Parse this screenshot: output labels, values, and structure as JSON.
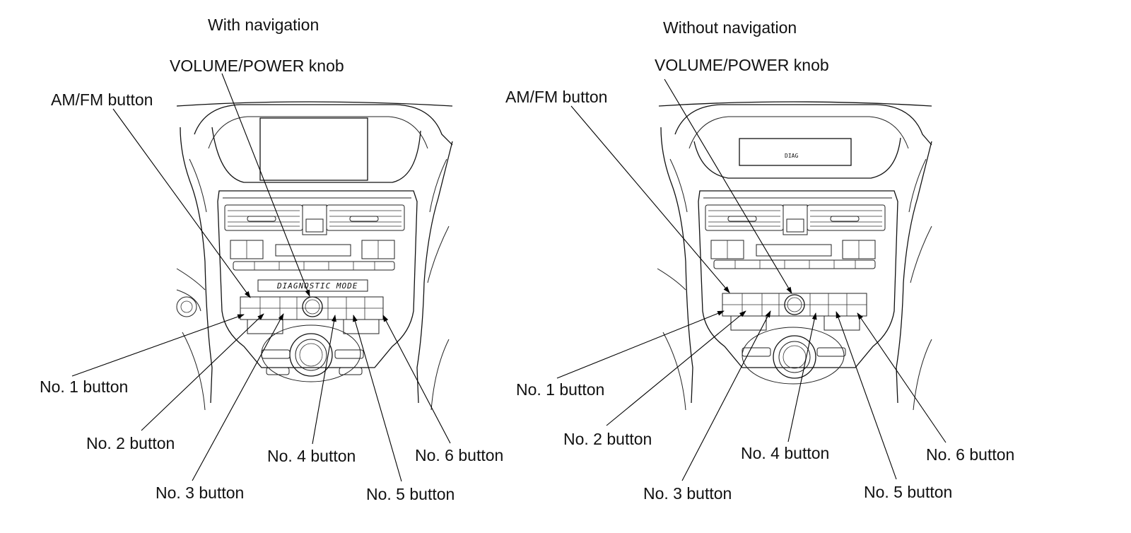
{
  "panels": [
    {
      "id": "with-nav",
      "title": "With navigation",
      "display_text": "DIAGNOSTIC MODE",
      "labels": {
        "volume_knob": "VOLUME/POWER knob",
        "am_fm": "AM/FM button",
        "no1": "No. 1 button",
        "no2": "No. 2 button",
        "no3": "No. 3 button",
        "no4": "No. 4 button",
        "no5": "No. 5 button",
        "no6": "No. 6 button"
      }
    },
    {
      "id": "without-nav",
      "title": "Without navigation",
      "display_text": "DIAG",
      "labels": {
        "volume_knob": "VOLUME/POWER knob",
        "am_fm": "AM/FM button",
        "no1": "No. 1 button",
        "no2": "No. 2 button",
        "no3": "No. 3 button",
        "no4": "No. 4 button",
        "no5": "No. 5 button",
        "no6": "No. 6 button"
      }
    }
  ]
}
